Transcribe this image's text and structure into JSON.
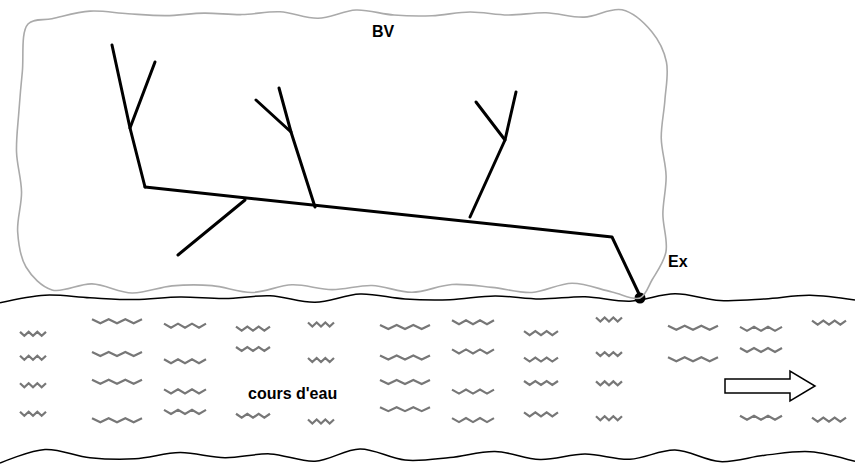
{
  "diagram": {
    "nodes": [
      {
        "text": [
          "BV"
        ]
      },
      {
        "text": [
          "cours d'eau"
        ]
      }
    ],
    "labels": [
      "Ex"
    ]
  }
}
